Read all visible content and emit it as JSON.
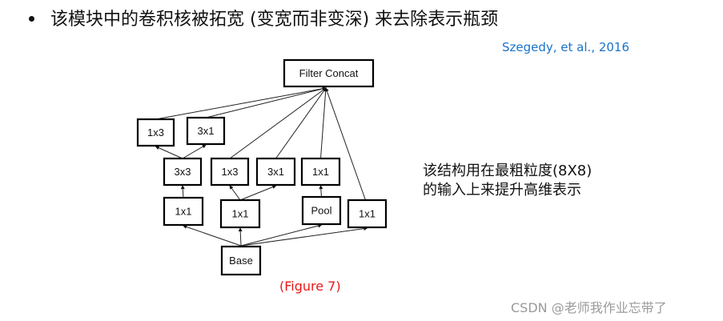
{
  "slide": {
    "bullet_text": "该模块中的卷积核被拓宽 (变宽而非变深) 来去除表示瓶颈",
    "citation": "Szegedy, et al., 2016",
    "side_note": {
      "line1": "该结构用在最粗粒度(8X8)",
      "line2": "的输入上来提升高维表示"
    },
    "figure_caption": "(Figure 7)",
    "watermark": "CSDN @老师我作业忘带了",
    "colors": {
      "citation": "#1a73c9",
      "caption": "#e81818",
      "watermark": "#9a9a9a"
    }
  },
  "diagram": {
    "nodes": [
      {
        "id": "concat",
        "label": "Filter Concat"
      },
      {
        "id": "b1_1x3",
        "label": "1x3"
      },
      {
        "id": "b1_3x1",
        "label": "3x1"
      },
      {
        "id": "b1_3x3",
        "label": "3x3"
      },
      {
        "id": "b2_1x3",
        "label": "1x3"
      },
      {
        "id": "b2_3x1",
        "label": "3x1"
      },
      {
        "id": "b3_1x1",
        "label": "1x1"
      },
      {
        "id": "b1_1x1",
        "label": "1x1"
      },
      {
        "id": "b2_1x1",
        "label": "1x1"
      },
      {
        "id": "b3_pool",
        "label": "Pool"
      },
      {
        "id": "b4_1x1",
        "label": "1x1"
      },
      {
        "id": "base",
        "label": "Base"
      }
    ],
    "edges": [
      {
        "from": "base",
        "to": "b1_1x1"
      },
      {
        "from": "base",
        "to": "b2_1x1"
      },
      {
        "from": "base",
        "to": "b3_pool"
      },
      {
        "from": "base",
        "to": "b4_1x1"
      },
      {
        "from": "b1_1x1",
        "to": "b1_3x3"
      },
      {
        "from": "b1_3x3",
        "to": "b1_1x3"
      },
      {
        "from": "b1_3x3",
        "to": "b1_3x1"
      },
      {
        "from": "b2_1x1",
        "to": "b2_1x3"
      },
      {
        "from": "b2_1x1",
        "to": "b2_3x1"
      },
      {
        "from": "b3_pool",
        "to": "b3_1x1"
      },
      {
        "from": "b1_1x3",
        "to": "concat"
      },
      {
        "from": "b1_3x1",
        "to": "concat"
      },
      {
        "from": "b2_1x3",
        "to": "concat"
      },
      {
        "from": "b2_3x1",
        "to": "concat"
      },
      {
        "from": "b3_1x1",
        "to": "concat"
      },
      {
        "from": "b4_1x1",
        "to": "concat"
      }
    ]
  }
}
